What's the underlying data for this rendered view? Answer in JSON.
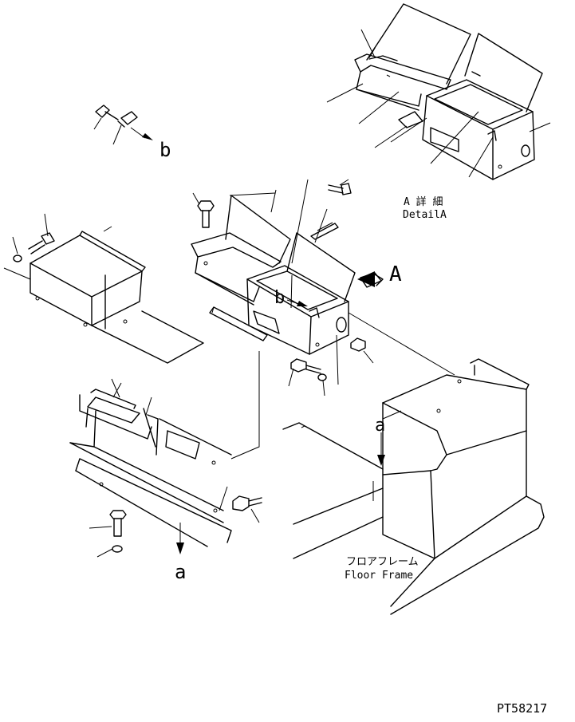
{
  "diagram": {
    "callout_a_upper": "a",
    "callout_a_lower": "a",
    "callout_b_upper": "b",
    "callout_b_middle": "b",
    "view_letter": "A",
    "detail_jp": "A 詳 細",
    "detail_en": "DetailA",
    "floor_frame_jp": "フロアフレーム",
    "floor_frame_en": "Floor Frame",
    "part_code": "PT58217"
  }
}
